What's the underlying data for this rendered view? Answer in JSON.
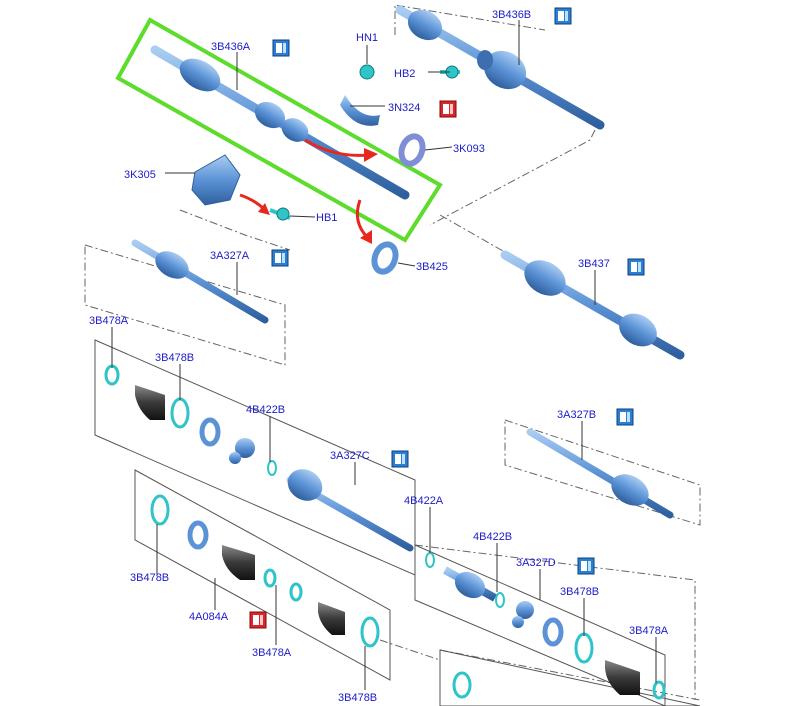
{
  "labels": {
    "p3B436A": "3B436A",
    "p3B436B": "3B436B",
    "pHN1": "HN1",
    "pHB2": "HB2",
    "p3N324": "3N324",
    "p3K093": "3K093",
    "p3K305": "3K305",
    "pHB1": "HB1",
    "p3B425": "3B425",
    "p3A327A": "3A327A",
    "p3B437": "3B437",
    "p3B478A_1": "3B478A",
    "p3B478B_1": "3B478B",
    "p4B422B_1": "4B422B",
    "p3A327C": "3A327C",
    "p3A327B": "3A327B",
    "p4B422A": "4B422A",
    "p4B422B_2": "4B422B",
    "p3A327D": "3A327D",
    "p3B478B_2": "3B478B",
    "p3B478A_2": "3B478A",
    "p3B478B_3": "3B478B",
    "p4A084A": "4A084A",
    "p3B478A_3": "3B478A",
    "p3B478B_4": "3B478B"
  },
  "colors": {
    "label": "#1c1cc8",
    "shaft": "#5b93d6",
    "shaft_dark": "#2f5f9e",
    "ring": "#2ec4c8",
    "boot": "#3a3a3a",
    "highlight": "#5ddc2c",
    "arrow": "#e8281e",
    "book_blue": "#2a7fd4",
    "book_red": "#d9262a",
    "frame": "#555555"
  },
  "icons": {
    "info": "book-info-icon",
    "warning": "book-warning-icon"
  }
}
